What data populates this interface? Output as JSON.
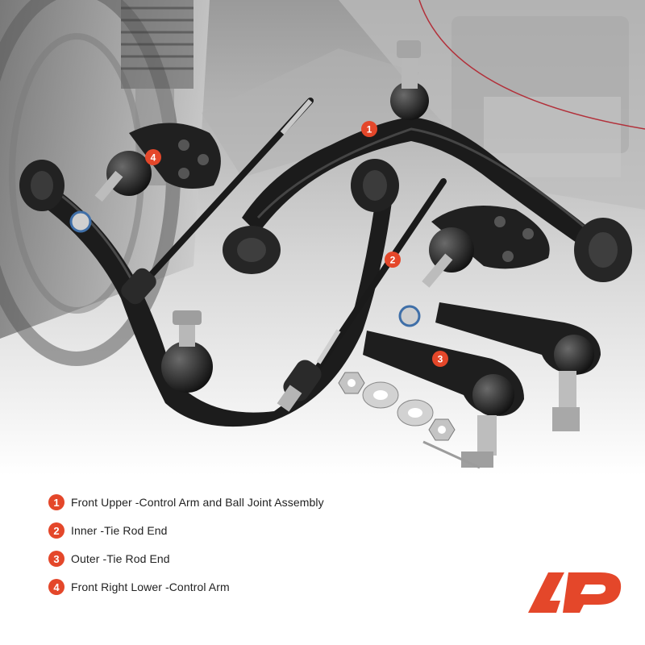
{
  "accent_color": "#e4472a",
  "callout_labels": [
    "1",
    "2",
    "3",
    "4"
  ],
  "legend": [
    {
      "number": "1",
      "text": "Front Upper -Control Arm and Ball Joint Assembly"
    },
    {
      "number": "2",
      "text": "Inner -Tie Rod End"
    },
    {
      "number": "3",
      "text": "Outer -Tie Rod End"
    },
    {
      "number": "4",
      "text": "Front Right Lower -Control Arm"
    }
  ],
  "icons": {
    "logo": "a-premium-logo-icon"
  }
}
